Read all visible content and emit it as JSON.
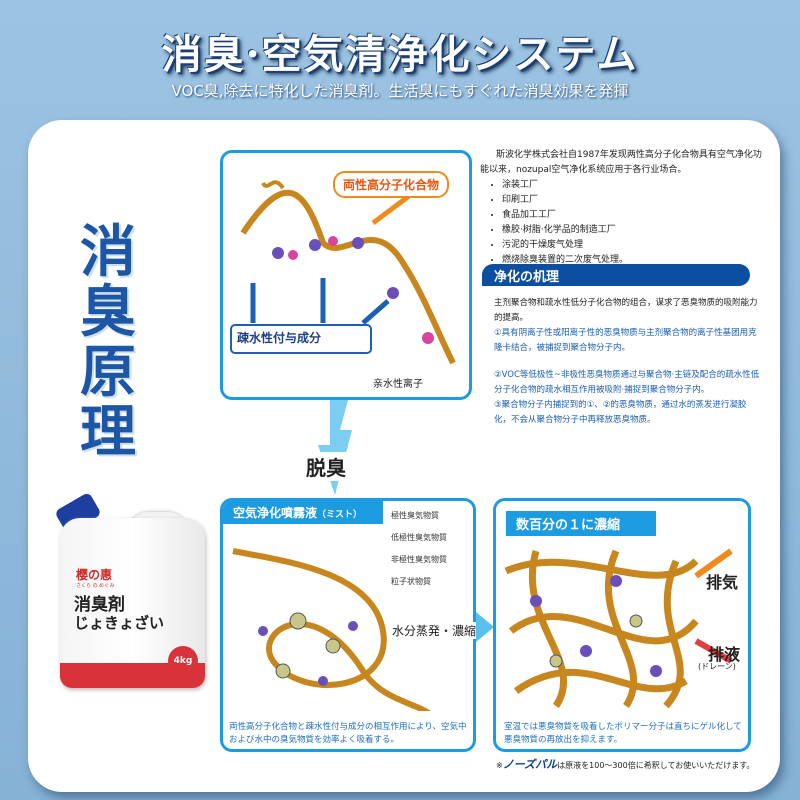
{
  "header": {
    "title": "消臭·空気清浄化システム",
    "subtitle": "VOC臭,除去に特化した消臭剤。生活臭にもすぐれた消臭効果を発揮"
  },
  "side_title": "消臭原理",
  "top_diagram": {
    "callout": "両性高分子化合物",
    "hydrophobic_label": "疎水性付与成分",
    "hydrophilic_label": "亲水性离子"
  },
  "intro": {
    "paragraph": "斯波化学株式会社自1987年发现两性高分子化合物具有空气净化功能以来，nozupal空气净化系统应用于各行业场合。",
    "items": [
      "涂装工厂",
      "印刷工厂",
      "食品加工工厂",
      "橡胶·树脂·化学品的制造工厂",
      "污泥的干燥废气处理",
      "燃烧除臭装置的二次废气处理。"
    ]
  },
  "mechanism": {
    "heading": "净化の机理",
    "lead": "主剂聚合物和疏水性低分子化合物的组合，谋求了恶臭物质的吸附能力的提高。",
    "points": [
      "①具有阴离子性或阳离子性的恶臭物质与主剂聚合物的离子性基团用克隆卡结合，被捕捉到聚合物分子内。",
      "②VOC等低极性~非极性恶臭物质通过与聚合物·主链及配合的疏水性低分子化合物的疏水相互作用被吸附·捕捉到聚合物分子内。",
      "③聚合物分子内捕捉到的①、②的恶臭物质，通过水的蒸发进行凝胶化，不会从聚合物分子中再释放恶臭物质。"
    ]
  },
  "arrow_label": "脱臭",
  "mist_panel": {
    "title": "空気浄化噴霧液",
    "title_suffix": "（ミスト）",
    "legend": [
      "極性臭気物質",
      "低極性臭気物質",
      "非極性臭気物質",
      "粒子状物質"
    ],
    "caption": "両性高分子化合物と疎水性付与成分の相互作用により、空気中および水中の臭気物質を効率よく吸着する。"
  },
  "middle_label": "水分蒸発・濃縮",
  "concentrate_panel": {
    "title": "数百分の１に濃縮",
    "exhaust": "排気",
    "drain": "排液",
    "drain_sub": "(ドレーン)",
    "caption": "室温では悪臭物質を吸着したポリマー分子は直ちにゲル化して悪臭物質の再放出を抑えます。"
  },
  "footnote": {
    "mark": "※",
    "brand": "ノーズパル",
    "text": "は原液を100～300倍に希釈してお使いいただけます。"
  },
  "product": {
    "brand": "樱の惠",
    "brand_reading": "さくら の めぐみ",
    "name": "消臭剤",
    "name_kana": "じょきょざい",
    "weight": "4kg"
  },
  "colors": {
    "accent": "#1d9be0",
    "navy": "#0c4fa0",
    "orange": "#f08a1c",
    "polymer": "#c8861e"
  }
}
